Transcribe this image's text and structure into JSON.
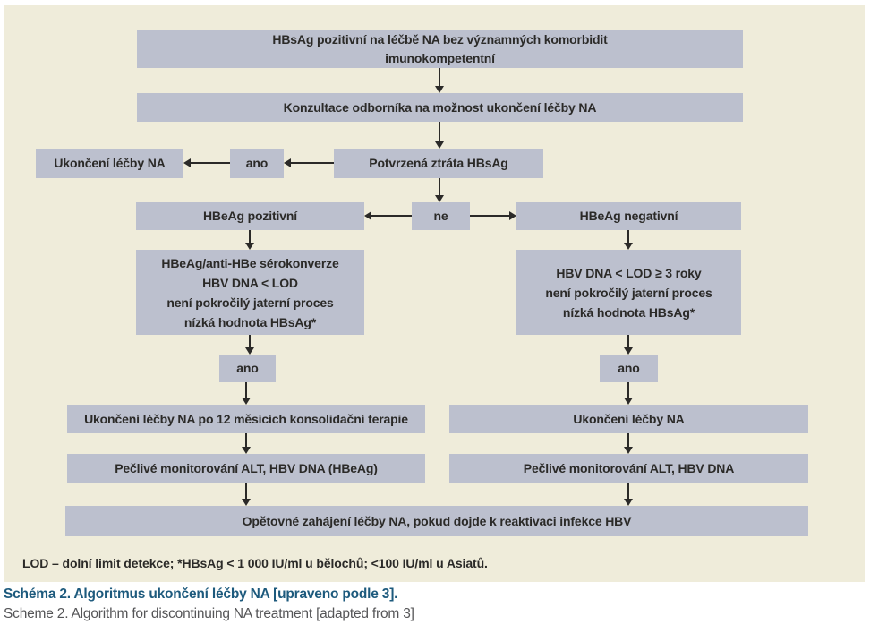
{
  "colors": {
    "panel_bg": "#efecda",
    "node_fill": "#bcc0ce",
    "ink": "#2b2a28",
    "caption_title": "#1d5a7d",
    "caption_sub": "#555557"
  },
  "nodes": {
    "start": "HBsAg pozitivní na léčbě NA bez významných komorbidit\nimunokompetentní",
    "consult": "Konzultace odborníka na možnost ukončení léčby NA",
    "stop_na_top": "Ukončení léčby NA",
    "yes_top": "ano",
    "hbsag_loss": "Potvrzená ztráta HBsAg",
    "hbeag_positive": "HBeAg pozitivní",
    "no": "ne",
    "hbeag_negative": "HBeAg negativní",
    "criteria_left": "HBeAg/anti-HBe sérokonverze\nHBV DNA < LOD\nnení pokročilý jaterní proces\nnízká hodnota HBsAg*",
    "criteria_right": "HBV DNA < LOD ≥ 3 roky\nnení pokročilý jaterní proces\nnízká hodnota HBsAg*",
    "yes_left": "ano",
    "yes_right": "ano",
    "stop_na_left": "Ukončení léčby NA po 12 měsících konsolidační terapie",
    "stop_na_right": "Ukončení léčby NA",
    "monitor_left": "Pečlivé monitorování ALT, HBV DNA (HBeAg)",
    "monitor_right": "Pečlivé monitorování ALT, HBV DNA",
    "restart": "Opětovné zahájení léčby NA, pokud dojde k reaktivaci infekce HBV"
  },
  "figure": {
    "footnote": "LOD – dolní limit detekce; *HBsAg < 1 000 IU/ml u bělochů; <100 IU/ml u Asiatů.",
    "caption_cs": "Schéma 2. Algoritmus ukončení léčby NA [upraveno podle 3].",
    "caption_en": "Scheme 2. Algorithm for discontinuing NA treatment [adapted from 3]"
  }
}
